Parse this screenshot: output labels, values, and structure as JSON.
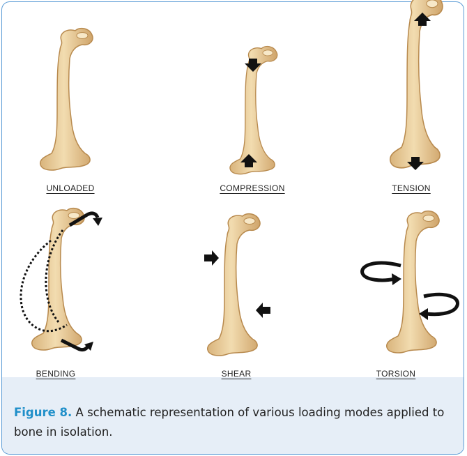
{
  "panels": [
    {
      "id": "unloaded",
      "label": "UNLOADED"
    },
    {
      "id": "compression",
      "label": "COMPRESSION"
    },
    {
      "id": "tension",
      "label": "TENSION"
    },
    {
      "id": "bending",
      "label": "BENDING"
    },
    {
      "id": "shear",
      "label": "SHEAR"
    },
    {
      "id": "torsion",
      "label": "TORSION"
    }
  ],
  "caption": {
    "figure_label": "Figure 8.",
    "text": " A schematic representation of various loading modes applied to bone in isolation."
  },
  "colors": {
    "border": "#5b9bd5",
    "caption_background": "#e6eef7",
    "figure_label": "#1f8fc9",
    "bone_fill": "#edd2a0",
    "bone_stroke": "#b88a4e",
    "arrow": "#111111"
  },
  "icons": [
    "bone-illustration",
    "arrow-icon",
    "curved-arrow-icon",
    "rotation-arrow-icon"
  ]
}
